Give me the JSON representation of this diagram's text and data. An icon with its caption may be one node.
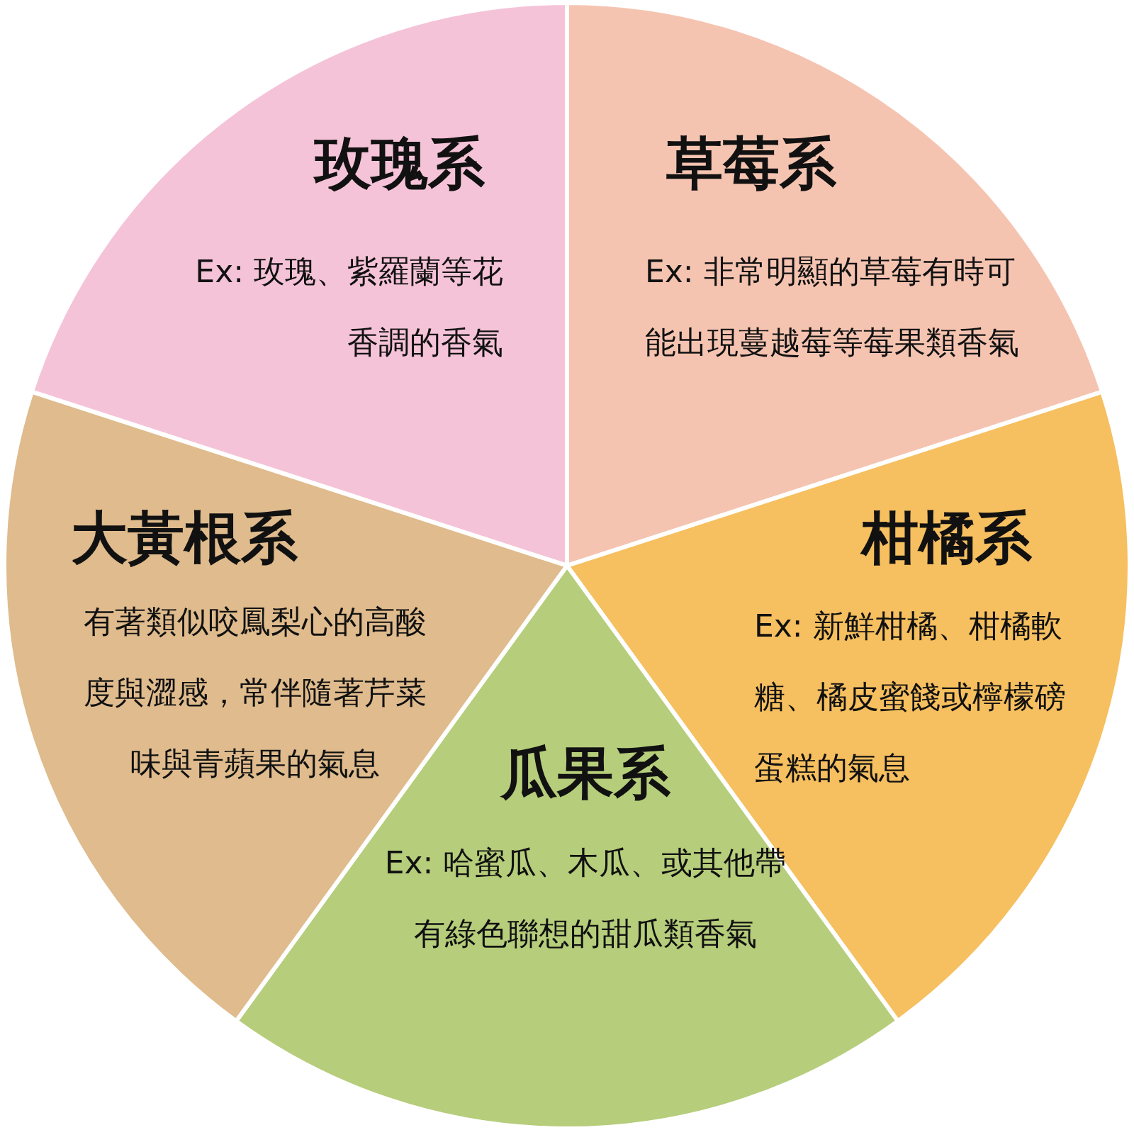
{
  "diagram": {
    "nodes": [
      {
        "text": [
          "玫瑰系",
          "Ex: 玫瑰、紫羅蘭等花香調的香氣"
        ]
      },
      {
        "text": [
          "草莓系",
          "Ex: 非常明顯的草莓有時可能出現蔓越莓等莓果類香氣"
        ]
      },
      {
        "text": [
          "柑橘系",
          "Ex: 新鮮柑橘、柑橘軟糖、橘皮蜜餞或檸檬磅蛋糕的氣息"
        ]
      },
      {
        "text": [
          "瓜果系",
          "Ex: 哈蜜瓜、木瓜、或其他帶有綠色聯想的甜瓜類香氣"
        ]
      },
      {
        "text": [
          "大黃根系",
          "有著類似咬鳳梨心的高酸度與澀感，常伴隨著芹菜味與青蘋果的氣息"
        ]
      }
    ]
  }
}
